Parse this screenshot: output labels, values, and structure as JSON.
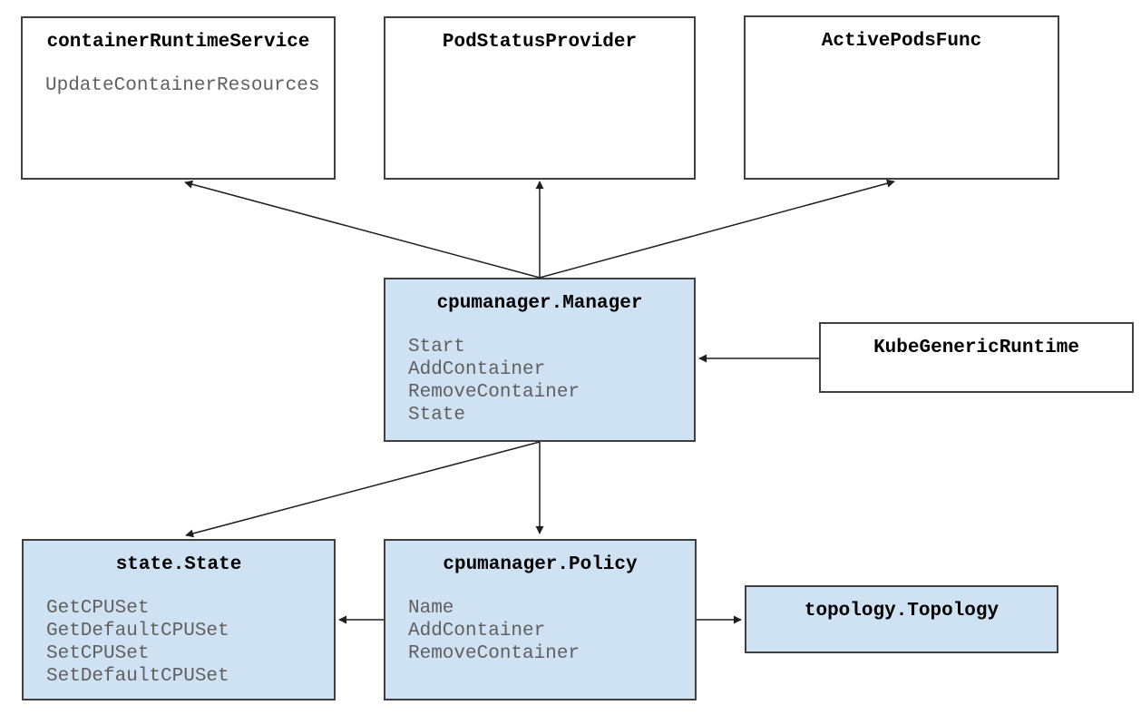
{
  "diagram": {
    "boxes": {
      "container_runtime_service": {
        "title": "containerRuntimeService",
        "methods": [
          "UpdateContainerResources"
        ],
        "fill": "#ffffff"
      },
      "pod_status_provider": {
        "title": "PodStatusProvider",
        "methods": [],
        "fill": "#ffffff"
      },
      "active_pods_func": {
        "title": "ActivePodsFunc",
        "methods": [],
        "fill": "#ffffff"
      },
      "cpumanager_manager": {
        "title": "cpumanager.Manager",
        "methods": [
          "Start",
          "AddContainer",
          "RemoveContainer",
          "State"
        ],
        "fill": "#cfe2f3"
      },
      "kube_generic_runtime": {
        "title": "KubeGenericRuntime",
        "methods": [],
        "fill": "#ffffff"
      },
      "state_state": {
        "title": "state.State",
        "methods": [
          "GetCPUSet",
          "GetDefaultCPUSet",
          "SetCPUSet",
          "SetDefaultCPUSet"
        ],
        "fill": "#cfe2f3"
      },
      "cpumanager_policy": {
        "title": "cpumanager.Policy",
        "methods": [
          "Name",
          "AddContainer",
          "RemoveContainer"
        ],
        "fill": "#cfe2f3"
      },
      "topology_topology": {
        "title": "topology.Topology",
        "methods": [],
        "fill": "#cfe2f3"
      }
    },
    "connections": [
      {
        "from": "cpumanager.Manager",
        "to": "containerRuntimeService"
      },
      {
        "from": "cpumanager.Manager",
        "to": "PodStatusProvider"
      },
      {
        "from": "cpumanager.Manager",
        "to": "ActivePodsFunc"
      },
      {
        "from": "KubeGenericRuntime",
        "to": "cpumanager.Manager"
      },
      {
        "from": "cpumanager.Manager",
        "to": "state.State"
      },
      {
        "from": "cpumanager.Manager",
        "to": "cpumanager.Policy"
      },
      {
        "from": "cpumanager.Policy",
        "to": "state.State"
      },
      {
        "from": "cpumanager.Policy",
        "to": "topology.Topology"
      }
    ],
    "colors": {
      "highlight_fill": "#cfe2f3",
      "plain_fill": "#ffffff",
      "border": "#404040",
      "title_text": "#000000",
      "method_text": "#606060",
      "arrow": "#1f1f1f",
      "background": "#ffffff"
    }
  }
}
